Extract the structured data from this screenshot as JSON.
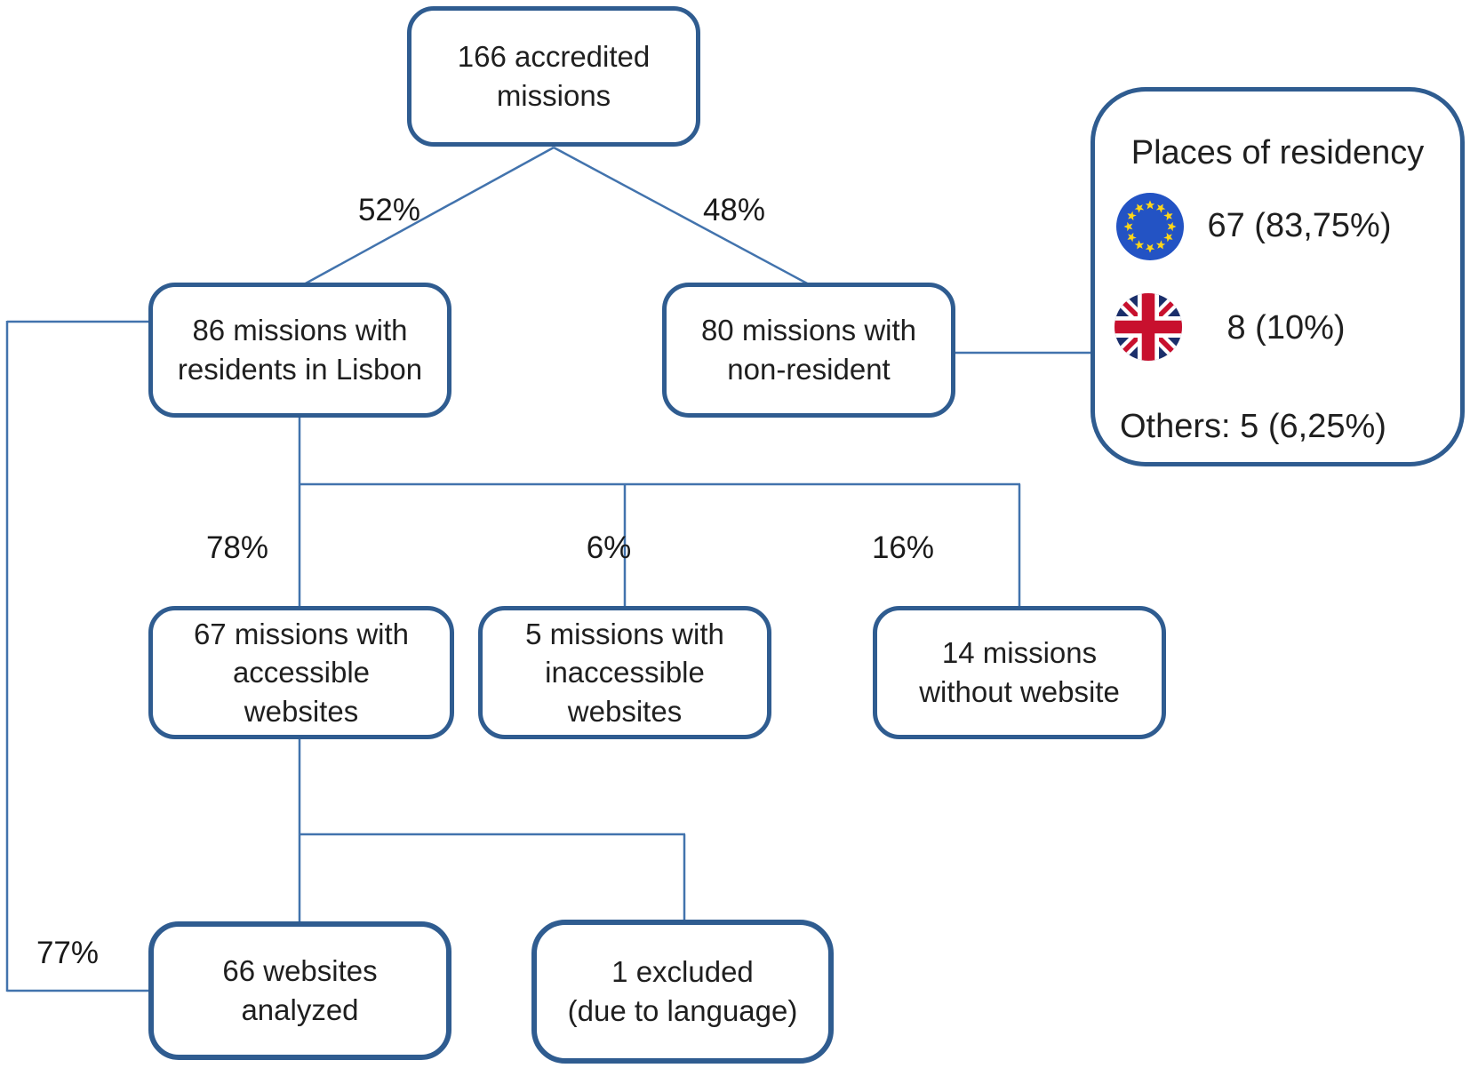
{
  "colors": {
    "box_border": "#2f5c90",
    "connector_line": "#4273ad",
    "text": "#1f1f1f",
    "eu_flag_blue": "#2353c4",
    "eu_star_yellow": "#ffd617",
    "uk_flag_blue": "#1b2f6b",
    "uk_flag_red": "#c8102e"
  },
  "nodes": {
    "total": "166 accredited\nmissions",
    "residents": "86 missions with\nresidents in Lisbon",
    "non_resident": "80 missions with\nnon-resident",
    "accessible": "67 missions with\naccessible\nwebsites",
    "inaccessible": "5 missions with\ninaccessible\nwebsites",
    "no_website": "14 missions\nwithout website",
    "analyzed": "66 websites\nanalyzed",
    "excluded": "1 excluded\n(due to language)"
  },
  "edge_labels": {
    "residents": "52%",
    "non_resident": "48%",
    "accessible": "78%",
    "inaccessible": "6%",
    "no_website": "16%",
    "analyzed": "77%"
  },
  "residency_panel": {
    "title": "Places of residency",
    "items": [
      {
        "icon": "eu-flag",
        "value": "67 (83,75%)"
      },
      {
        "icon": "uk-flag",
        "value": "8 (10%)"
      }
    ],
    "others": "Others: 5 (6,25%)"
  }
}
